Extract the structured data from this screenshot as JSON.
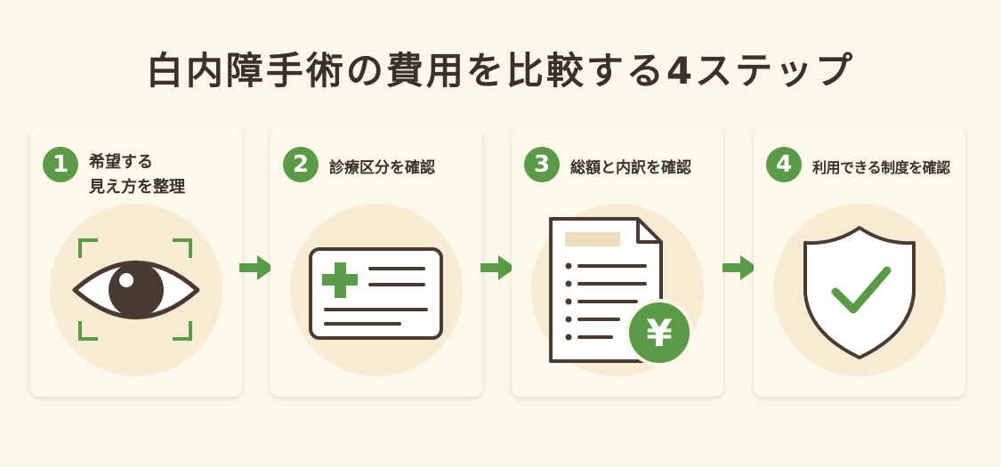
{
  "title": "白内障手術の費用を比較する4ステップ",
  "steps": [
    {
      "number": "1",
      "line1": "希望する",
      "line2": "見え方を整理",
      "icon": "eye-icon"
    },
    {
      "number": "2",
      "line1": "診療区分を確認",
      "icon": "medical-card-icon"
    },
    {
      "number": "3",
      "line1": "総額と内訳を確認",
      "icon": "invoice-yen-icon",
      "currency": "¥"
    },
    {
      "number": "4",
      "line1": "利用できる制度を確認",
      "icon": "shield-check-icon"
    }
  ],
  "colors": {
    "background": "#faf6ea",
    "card": "#fcf8ea",
    "halo": "#f7ecd3",
    "accent_green": "#5b9a47",
    "outline": "#4a3b32",
    "tag_fill": "#ecdcb8",
    "text": "#3b302a"
  }
}
